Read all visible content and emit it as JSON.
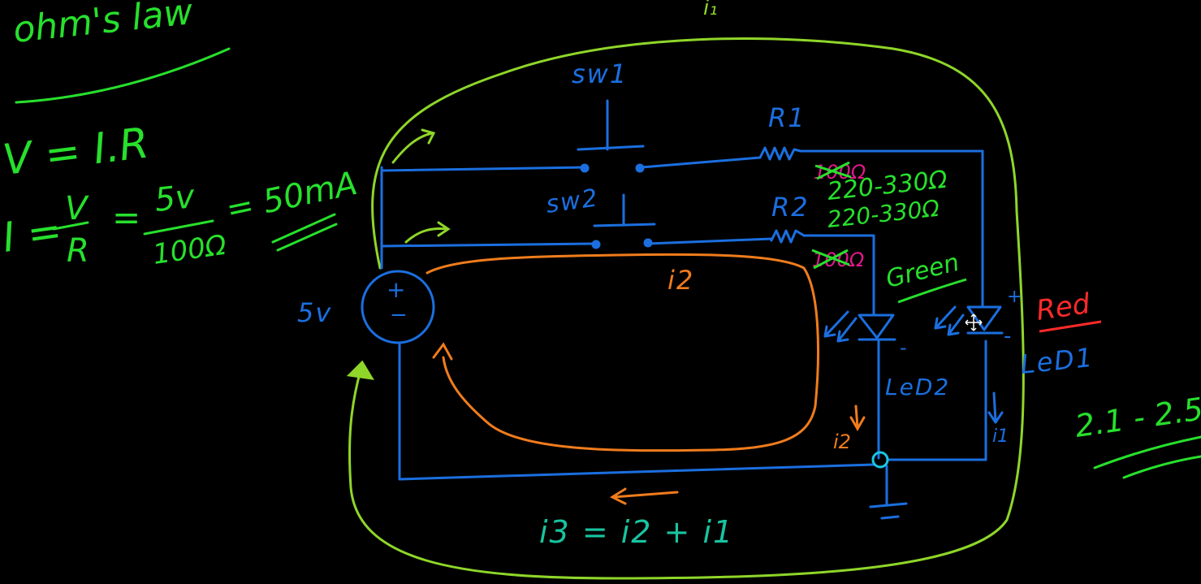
{
  "colors": {
    "background": "#000000",
    "green": "#27e02c",
    "lime": "#8fd629",
    "blue": "#1b6fe0",
    "orange": "#f07c1c",
    "red": "#ff2a2a",
    "magenta": "#e0198a",
    "teal": "#18c4a0",
    "cyan": "#19c6e6"
  },
  "notes": {
    "title": "ohm's law",
    "eq1": "V = I.R",
    "eq2_lhs": "I = ",
    "eq2_v": "V",
    "eq2_r": "R",
    "eq2_eq": "=",
    "eq2_5v": "5v",
    "eq2_100": "100Ω",
    "eq2_result": "= 50mA",
    "forward_voltage": "2.1 - 2.5",
    "top_label": "i₁"
  },
  "circuit": {
    "source_label": "5v",
    "source_plus": "+",
    "source_minus": "−",
    "sw1": "sw1",
    "sw2": "sw2",
    "r1": "R1",
    "r2": "R2",
    "r1_old": "100Ω",
    "r1_new": "220-330Ω",
    "r2_new": "220-330Ω",
    "r2_old": "100Ω",
    "led_green": "Green",
    "led_red": "Red",
    "led1": "LeD1",
    "led2": "LeD2",
    "i2_loop": "i2",
    "i2_branch": "i2",
    "i1_branch": "i1",
    "led_red_minus": "-",
    "led_red_plus": "+",
    "led_green_minus": "-",
    "total_current": "i3 = i2 + i1"
  }
}
